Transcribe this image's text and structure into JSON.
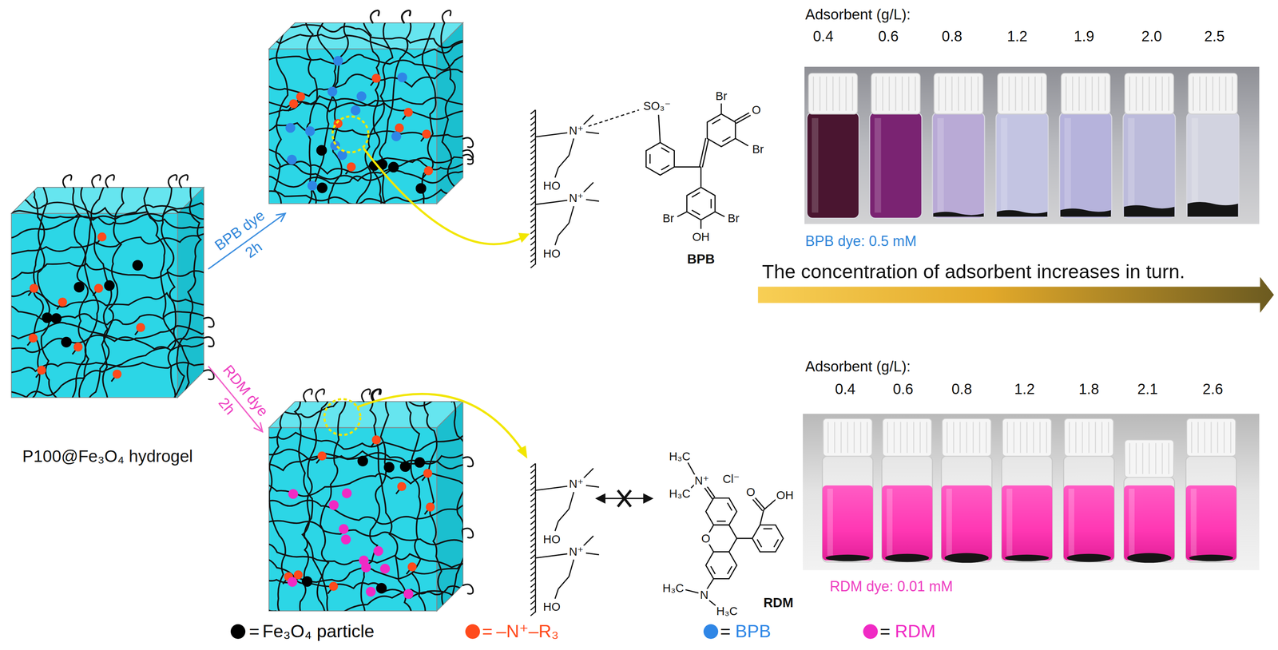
{
  "diagram": {
    "nodes": [
      {
        "text": [
          "P100@Fe₃O₄ hydrogel"
        ]
      }
    ],
    "labels": [
      "BPB dye",
      "2h",
      "RDM dye",
      "2h",
      "N⁺",
      "HO",
      "N⁺",
      "HO",
      "SO₃⁻",
      "Br",
      "O",
      "Br",
      "Br",
      "Br",
      "OH",
      "BPB",
      "N⁺",
      "HO",
      "N⁺",
      "HO",
      "H₃C",
      "H₃C",
      "N⁺",
      "Cl⁻",
      "O",
      "OH",
      "O",
      "H₃C",
      "N",
      "H₃C",
      "RDM",
      "Adsorbent (g/L):",
      "0.4",
      "0.6",
      "0.8",
      "1.2",
      "1.9",
      "2.0",
      "2.5",
      "BPB dye: 0.5 mM",
      "The concentration of adsorbent increases in turn.",
      "Adsorbent (g/L):",
      "0.4",
      "0.6",
      "0.8",
      "1.2",
      "1.8",
      "2.1",
      "2.6",
      "RDM dye: 0.01 mM",
      "=",
      "=",
      "=",
      "="
    ],
    "legend": [
      {
        "text": "Fe₃O₄ particle",
        "color": "#000000"
      },
      {
        "text": "–N⁺–R₃",
        "color": "#ff4a1c"
      },
      {
        "text": "BPB",
        "color": "#2f86e6"
      },
      {
        "text": "RDM",
        "color": "#f02ac4"
      }
    ]
  }
}
